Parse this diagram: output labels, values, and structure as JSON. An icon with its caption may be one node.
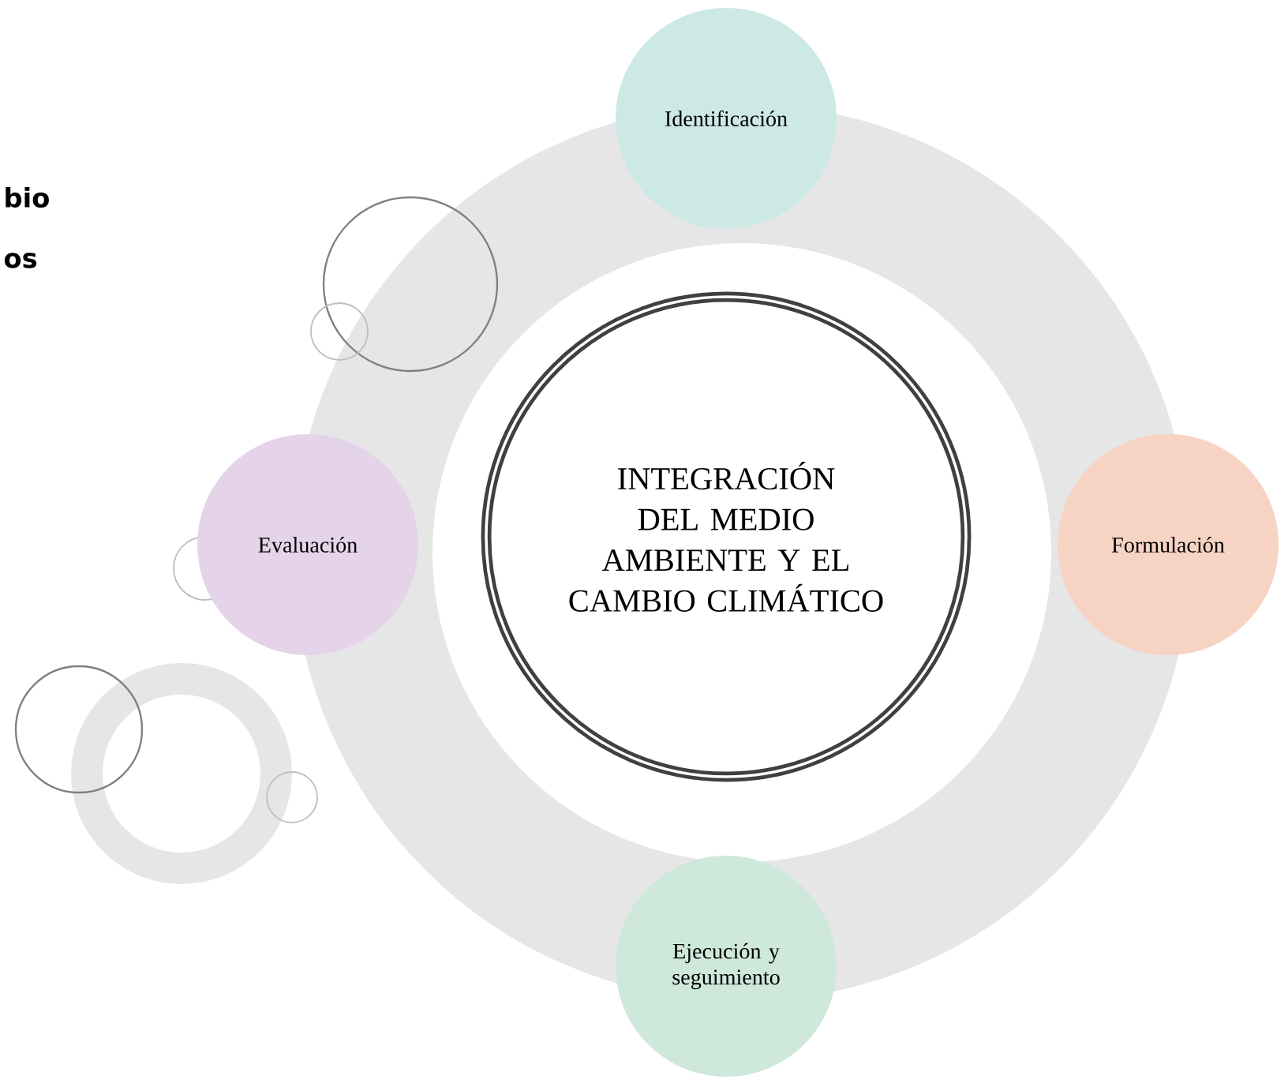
{
  "diagram": {
    "nodes": [
      {
        "text": [
          "INTEGRACIÓN DEL MEDIO AMBIENTE Y EL CAMBIO CLIMÁTICO"
        ]
      },
      {
        "text": [
          "Identificación"
        ]
      },
      {
        "text": [
          "Formulación"
        ]
      },
      {
        "text": [
          "Ejecución y seguimiento"
        ]
      },
      {
        "text": [
          "Evaluación"
        ]
      }
    ],
    "labels": [
      "bio",
      "os"
    ]
  }
}
